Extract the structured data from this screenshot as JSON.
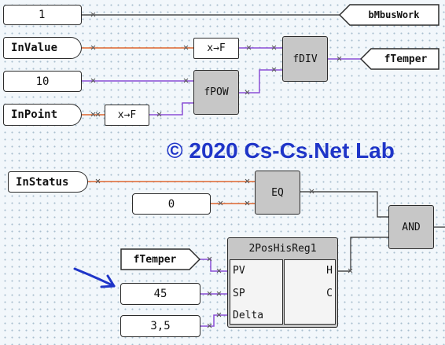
{
  "watermark": "© 2020 Cs-Cs.Net Lab",
  "constants": {
    "bmbus_value": "1",
    "pow_base": "10",
    "eq_compare": "0",
    "setpoint": "45",
    "delta": "3,5"
  },
  "inputs": {
    "in_value": "InValue",
    "in_point": "InPoint",
    "in_status": "InStatus",
    "f_temper_in": "fTemper"
  },
  "outputs": {
    "bmbus_work": "bMbusWork",
    "f_temper_out": "fTemper"
  },
  "blocks": {
    "conv_label": "x→F",
    "fdiv": "fDIV",
    "fpow": "fPOW",
    "eq": "EQ",
    "and": "AND",
    "reg": {
      "title": "2PosHisReg1",
      "pins_in": [
        "PV",
        "SP",
        "Delta"
      ],
      "pins_out": [
        "H",
        "C"
      ]
    }
  },
  "colors": {
    "wire_real": "#8a4fd6",
    "wire_int": "#e0662e",
    "wire_bool": "#2b2b2b",
    "annotation_arrow": "#1f35c8"
  }
}
